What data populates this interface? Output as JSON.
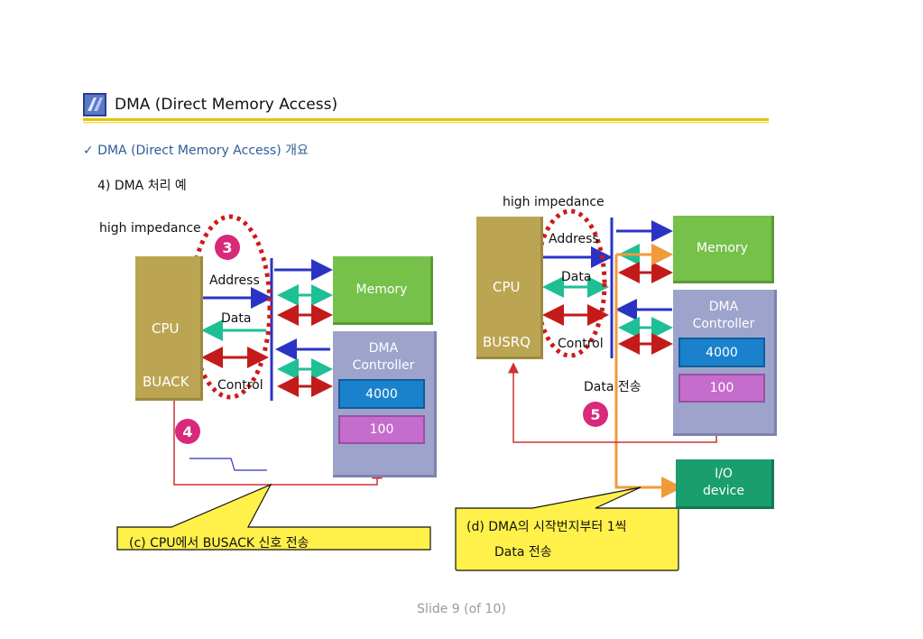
{
  "header": {
    "title": "DMA (Direct  Memory  Access)",
    "subtitle": "✓ DMA (Direct  Memory  Access) 개요",
    "section": "4) DMA 처리 예"
  },
  "left_diagram": {
    "high_impedance": "high impedance",
    "cpu": "CPU",
    "buack": "BUACK",
    "address": "Address",
    "data": "Data",
    "control": "Control",
    "memory": "Memory",
    "dma_controller": "DMA Controller",
    "reg_address": "4000",
    "reg_count": "100",
    "badge_3": "3",
    "badge_4": "4",
    "callout": "(c) CPU에서 BUSACK  신호 전송"
  },
  "right_diagram": {
    "high_impedance": "high impedance",
    "cpu": "CPU",
    "busrq": "BUSRQ",
    "address": "Address",
    "data": "Data",
    "control": "Control",
    "memory": "Memory",
    "dma_controller": "DMA Controller",
    "reg_address": "4000",
    "reg_count": "100",
    "data_transfer": "Data 전송",
    "badge_5": "5",
    "io_device": "I/O device",
    "callout_line1": "(d) DMA의 시작번지부터 1씩",
    "callout_line2": "Data 전송"
  },
  "footer": {
    "slide": "Slide  9 (of  10)"
  },
  "colors": {
    "address_bus": "#2b33c4",
    "data_bus": "#1fbf95",
    "control_bus": "#c31a1a",
    "high_impedance_oval": "#cc1a1a",
    "signal_line": "#cc3333",
    "data_path": "#f09a3a",
    "title_rule": "#e6c400"
  }
}
